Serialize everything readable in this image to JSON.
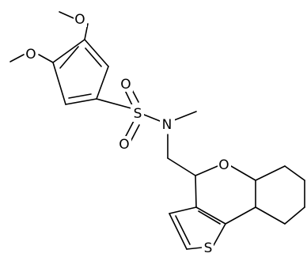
{
  "molecule": {
    "atom_labels": {
      "o1": "O",
      "o2": "O",
      "s_sulfonyl": "S",
      "o_so_top": "O",
      "o_so_bottom": "O",
      "n": "N",
      "o_ring": "O",
      "s_thiophene": "S"
    }
  }
}
